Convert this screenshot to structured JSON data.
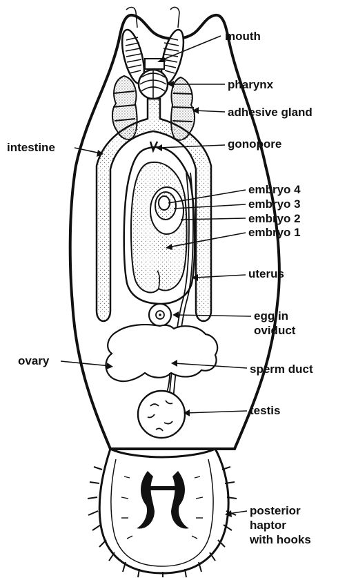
{
  "diagram": {
    "labels": {
      "mouth": "mouth",
      "pharynx": "pharynx",
      "adhesive_gland": "adhesive gland",
      "intestine": "intestine",
      "gonopore": "gonopore",
      "embryo_4": "embryo 4",
      "embryo_3": "embryo 3",
      "embryo_2": "embryo 2",
      "embryo_1": "embryo 1",
      "uterus": "uterus",
      "egg_in_oviduct_line1": "egg in",
      "egg_in_oviduct_line2": "oviduct",
      "ovary": "ovary",
      "sperm_duct": "sperm duct",
      "testis": "testis",
      "posterior_haptor_line1": "posterior",
      "posterior_haptor_line2": "haptor",
      "posterior_haptor_line3": "with hooks"
    }
  }
}
